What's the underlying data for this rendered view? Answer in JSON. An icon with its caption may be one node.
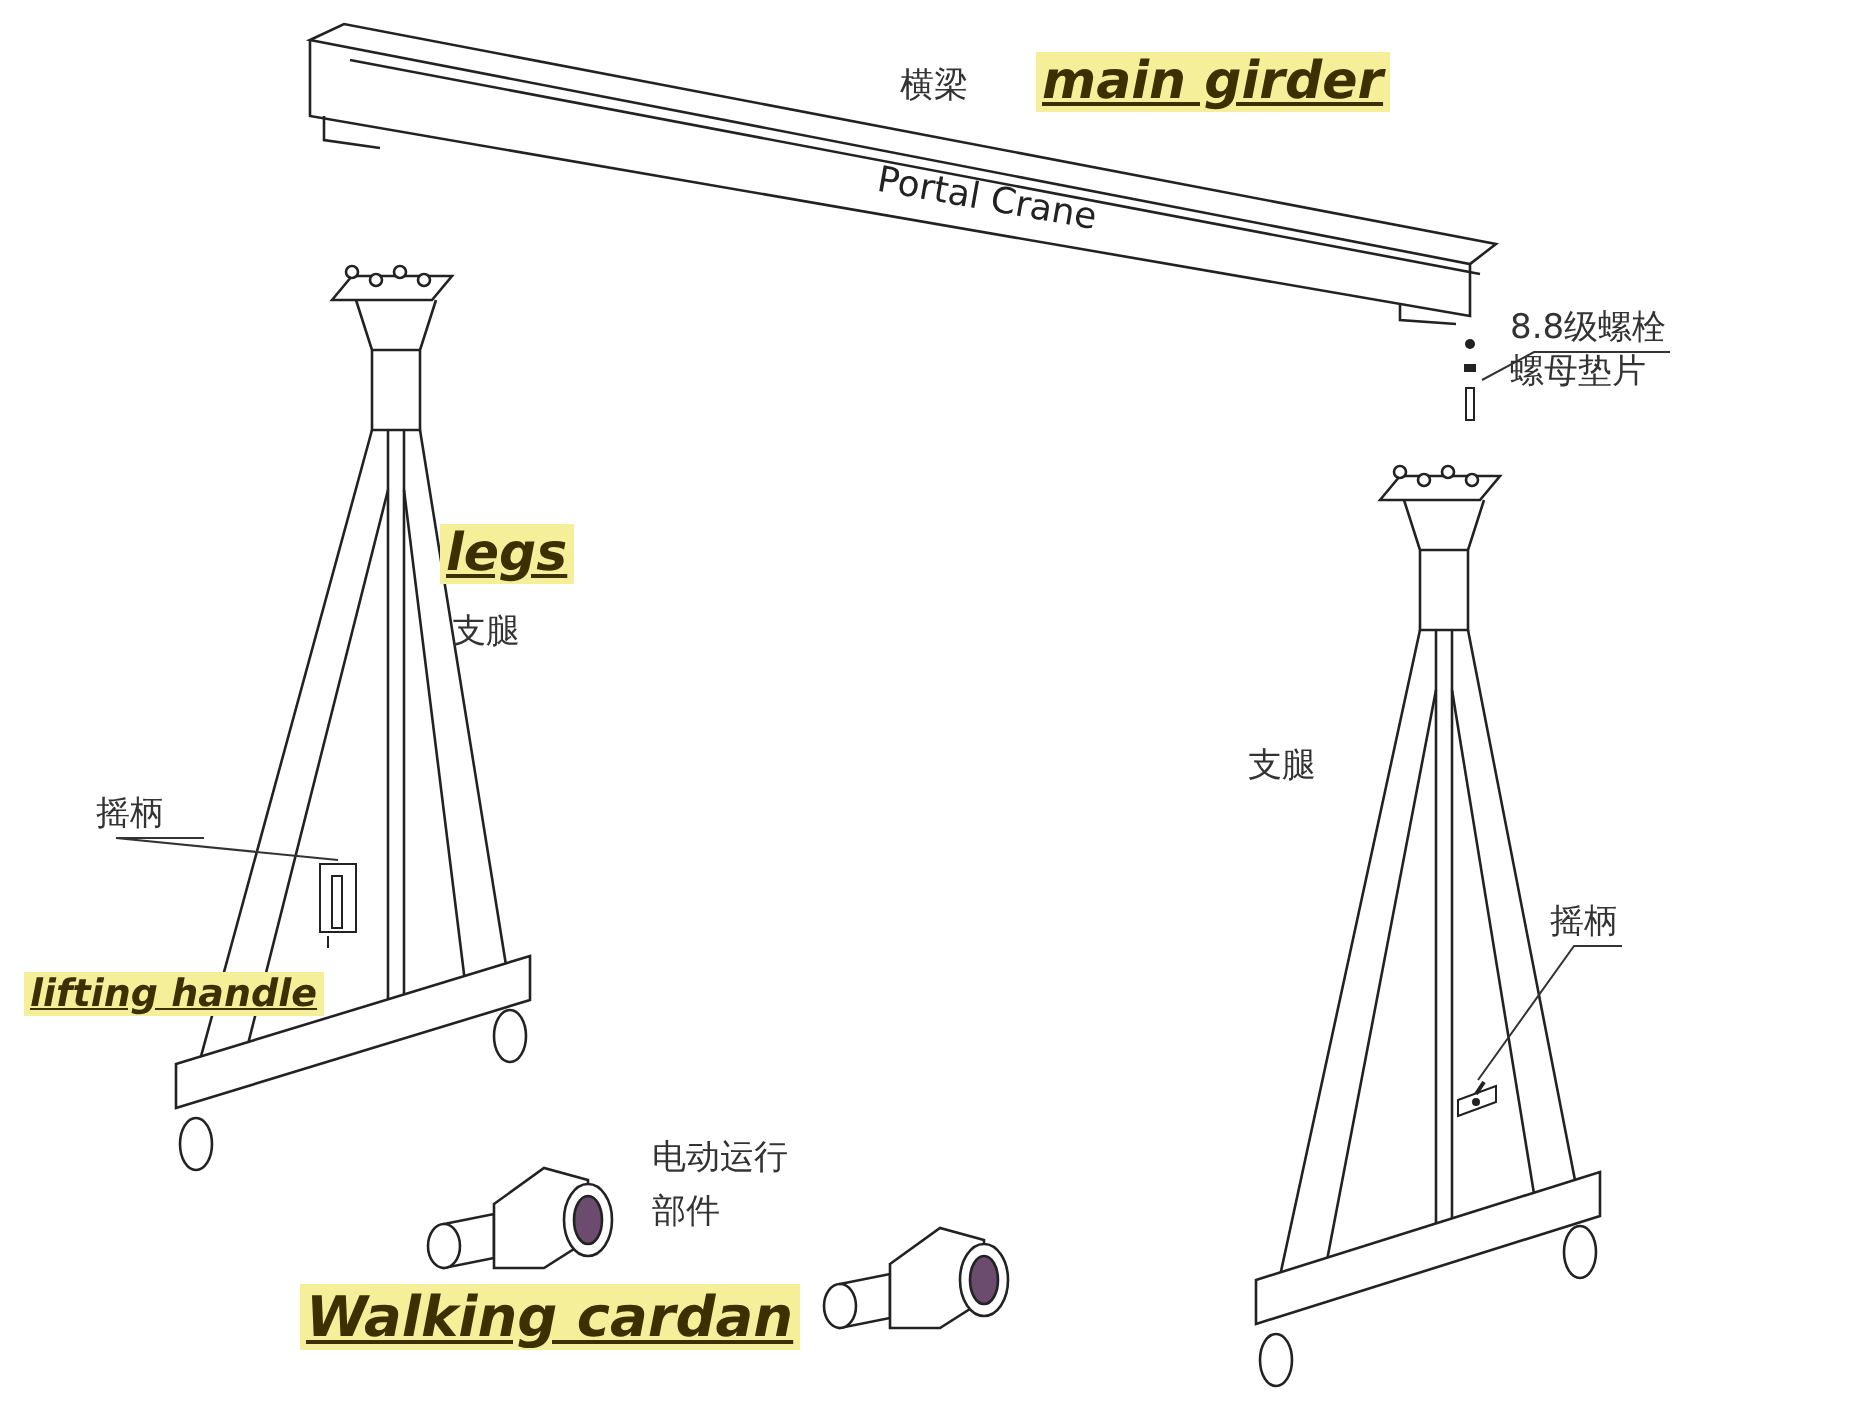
{
  "diagram": {
    "nodes": [
      {
        "text": [
          "8.8级螺栓",
          "螺母垫片"
        ]
      },
      {
        "text": [],
        "shape": "picture"
      },
      {
        "text": [
          "摇柄"
        ]
      },
      {
        "text": [],
        "shape": "picture"
      },
      {
        "text": [
          "摇柄"
        ]
      },
      {
        "text": [],
        "shape": "picture"
      }
    ],
    "edges": [
      {
        "from": 0,
        "to": 1,
        "arrow": "none"
      },
      {
        "from": 2,
        "to": 3,
        "arrow": "none"
      },
      {
        "from": 4,
        "to": 5,
        "arrow": "none"
      }
    ],
    "labels": [
      "横梁",
      "main girder",
      "Portal Crane",
      "legs",
      "支腿",
      "支腿",
      "lifting handle",
      "电动运行部件",
      "Walking cardan"
    ]
  }
}
